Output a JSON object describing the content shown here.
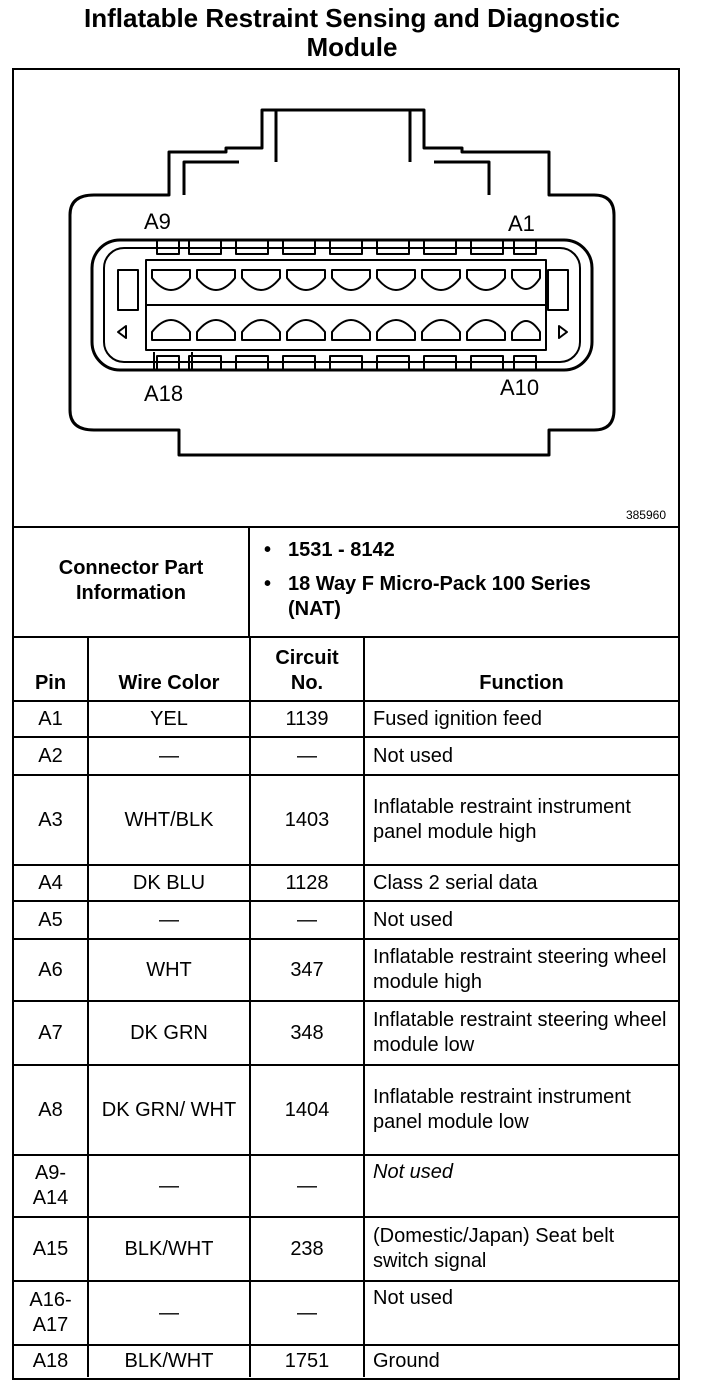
{
  "title_line1": "Inflatable Restraint Sensing and Diagnostic",
  "title_line2": "Module",
  "diagram": {
    "label_a9": "A9",
    "label_a1": "A1",
    "label_a18": "A18",
    "label_a10": "A10",
    "reference_number": "385960"
  },
  "connector_info": {
    "label_line1": "Connector Part",
    "label_line2": "Information",
    "bullet": "•",
    "items": [
      "1531 - 8142",
      "18 Way F Micro-Pack 100 Series (NAT)"
    ]
  },
  "table": {
    "headers": {
      "pin": "Pin",
      "wire_color": "Wire Color",
      "circuit_line1": "Circuit",
      "circuit_line2": "No.",
      "function": "Function"
    },
    "rows": [
      {
        "pin": "A1",
        "wire": "YEL",
        "circuit": "1139",
        "function": "Fused ignition feed"
      },
      {
        "pin": "A2",
        "wire": "—",
        "circuit": "—",
        "function": "Not used"
      },
      {
        "pin": "A3",
        "wire": "WHT/BLK",
        "circuit": "1403",
        "function": "Inflatable restraint instrument panel module high"
      },
      {
        "pin": "A4",
        "wire": "DK BLU",
        "circuit": "1128",
        "function": "Class 2 serial data"
      },
      {
        "pin": "A5",
        "wire": "—",
        "circuit": "—",
        "function": "Not used"
      },
      {
        "pin": "A6",
        "wire": "WHT",
        "circuit": "347",
        "function": "Inflatable restraint steering wheel module high"
      },
      {
        "pin": "A7",
        "wire": "DK GRN",
        "circuit": "348",
        "function": "Inflatable restraint steering wheel module low"
      },
      {
        "pin": "A8",
        "wire": "DK GRN/ WHT",
        "circuit": "1404",
        "function": "Inflatable restraint instrument panel module low"
      },
      {
        "pin": "A9- A14",
        "wire": "—",
        "circuit": "—",
        "function": "Not used"
      },
      {
        "pin": "A15",
        "wire": "BLK/WHT",
        "circuit": "238",
        "function": "(Domestic/Japan) Seat belt switch signal"
      },
      {
        "pin": "A16- A17",
        "wire": "—",
        "circuit": "—",
        "function": "Not used"
      },
      {
        "pin": "A18",
        "wire": "BLK/WHT",
        "circuit": "1751",
        "function": "Ground"
      }
    ]
  }
}
